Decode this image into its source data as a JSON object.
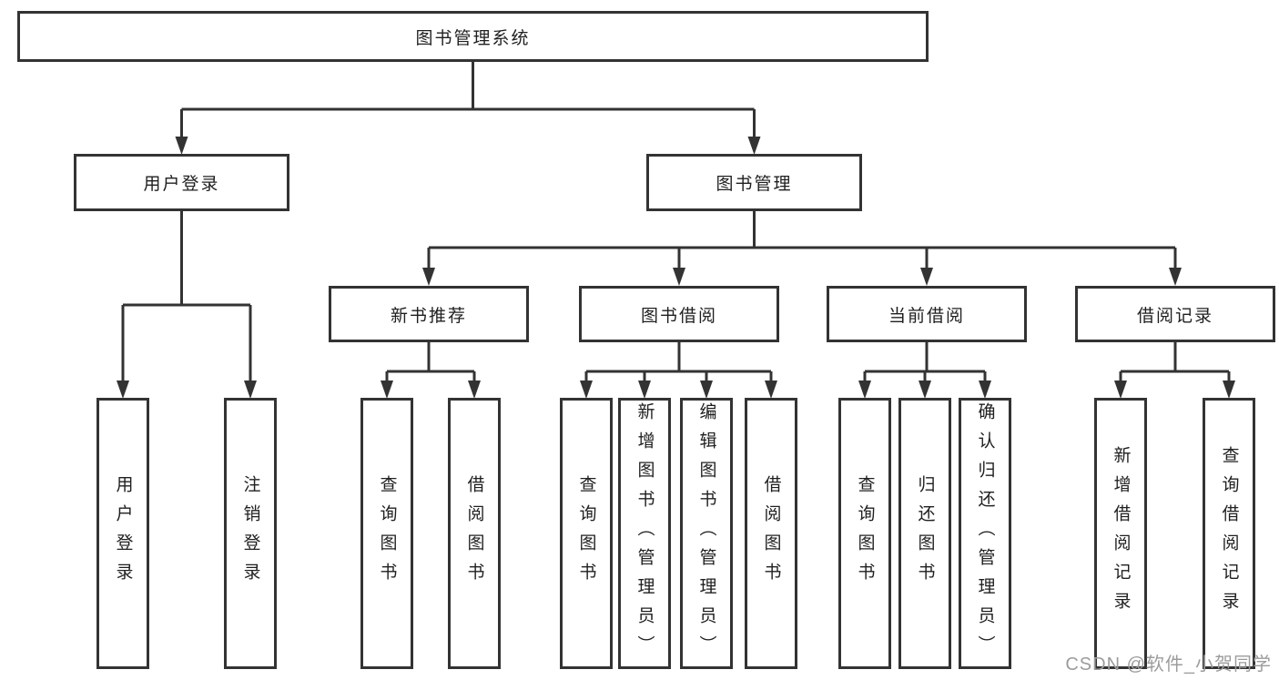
{
  "diagram": {
    "root": {
      "label": "图书管理系统"
    },
    "level2": [
      {
        "label": "用户登录",
        "children": [
          {
            "label": "用户登录"
          },
          {
            "label": "注销登录"
          }
        ]
      },
      {
        "label": "图书管理"
      }
    ],
    "modules": [
      {
        "label": "新书推荐",
        "children": [
          {
            "label": "查询图书"
          },
          {
            "label": "借阅图书"
          }
        ]
      },
      {
        "label": "图书借阅",
        "children": [
          {
            "label": "查询图书"
          },
          {
            "label": "新增图书（管理员）"
          },
          {
            "label": "编辑图书（管理员）"
          },
          {
            "label": "借阅图书"
          }
        ]
      },
      {
        "label": "当前借阅",
        "children": [
          {
            "label": "查询图书"
          },
          {
            "label": "归还图书"
          },
          {
            "label": "确认归还（管理员）"
          }
        ]
      },
      {
        "label": "借阅记录",
        "children": [
          {
            "label": "新增借阅记录"
          },
          {
            "label": "查询借阅记录"
          }
        ]
      }
    ]
  },
  "watermark": {
    "text": "CSDN @软件_小贺同学"
  },
  "colors": {
    "line": "#333333",
    "box_border": "#333333",
    "text": "#1f1f1f",
    "watermark": "#9c9c9c",
    "background": "#ffffff"
  }
}
